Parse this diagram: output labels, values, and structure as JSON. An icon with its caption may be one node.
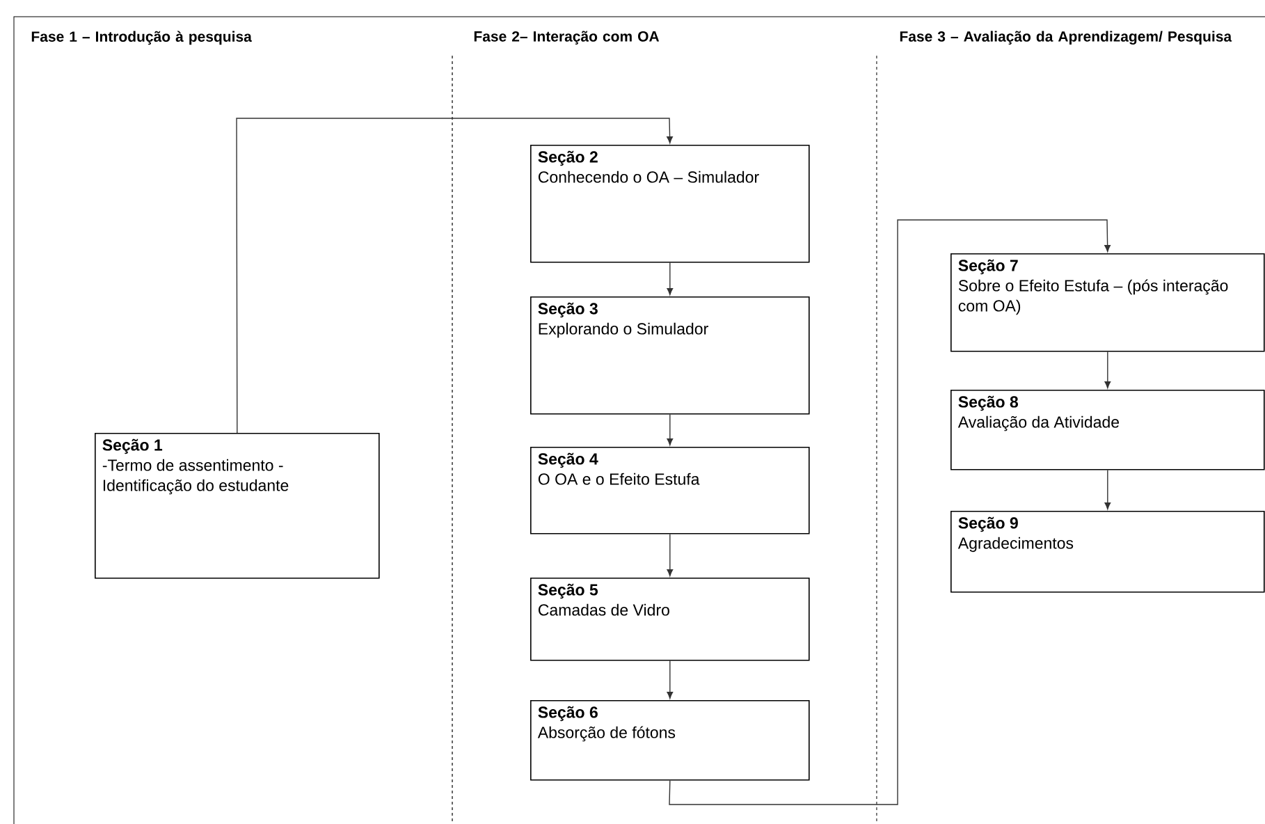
{
  "diagram": {
    "nodes": [
      {
        "text": [
          "Seção 1",
          "-Termo de assentimento - Identificação do estudante"
        ]
      },
      {
        "text": [
          "Seção 2",
          "Conhecendo o OA – Simulador"
        ]
      },
      {
        "text": [
          "Seção 3",
          "Explorando o Simulador"
        ]
      },
      {
        "text": [
          "Seção 4",
          "O OA e o Efeito Estufa"
        ]
      },
      {
        "text": [
          "Seção 5",
          "Camadas de Vidro"
        ]
      },
      {
        "text": [
          "Seção 6",
          "Absorção de fótons"
        ]
      },
      {
        "text": [
          "Seção 7",
          "Sobre o Efeito Estufa – (pós interação com OA)"
        ]
      },
      {
        "text": [
          "Seção 8",
          "Avaliação da Atividade"
        ]
      },
      {
        "text": [
          "Seção 9",
          "Agradecimentos"
        ]
      }
    ],
    "edges": [
      {
        "from": 0,
        "to": 1,
        "arrow": "to"
      },
      {
        "from": 1,
        "to": 2,
        "arrow": "to"
      },
      {
        "from": 2,
        "to": 3,
        "arrow": "to"
      },
      {
        "from": 3,
        "to": 4,
        "arrow": "to"
      },
      {
        "from": 4,
        "to": 5,
        "arrow": "to"
      },
      {
        "from": 5,
        "to": 6,
        "arrow": "to"
      },
      {
        "from": 6,
        "to": 7,
        "arrow": "to"
      },
      {
        "from": 7,
        "to": 8,
        "arrow": "to"
      }
    ],
    "labels": [
      "Fase 1 – Introdução à pesquisa",
      "Fase 2– Interação com OA",
      "Fase 3 – Avaliação da Aprendizagem/ Pesquisa"
    ]
  }
}
